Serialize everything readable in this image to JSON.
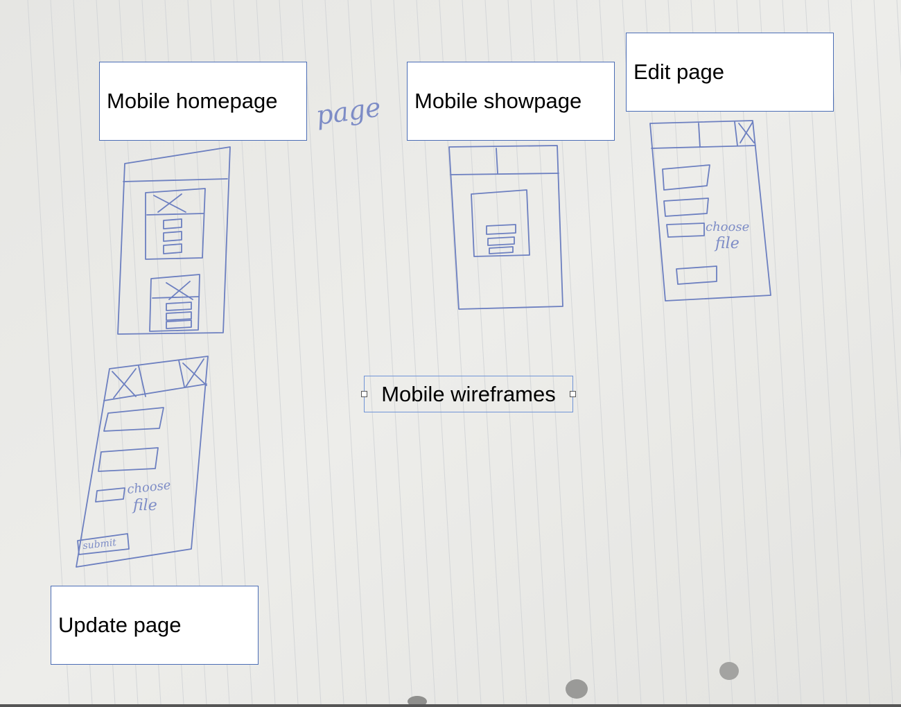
{
  "labels": {
    "mobile_homepage": "Mobile homepage",
    "mobile_showpage": "Mobile showpage",
    "edit_page": "Edit page",
    "update_page": "Update page",
    "mobile_wireframes": "Mobile wireframes"
  },
  "handwriting": {
    "page_scribble": "page",
    "edit_choose": "choose",
    "edit_file": "file",
    "update_choose": "choose",
    "update_file": "file",
    "update_submit": "submit"
  },
  "colors": {
    "paper": "#e9e9e6",
    "pen_ink": "#6c7fc0",
    "label_border": "#4a6cb5",
    "selection_border": "#6f93d6"
  }
}
